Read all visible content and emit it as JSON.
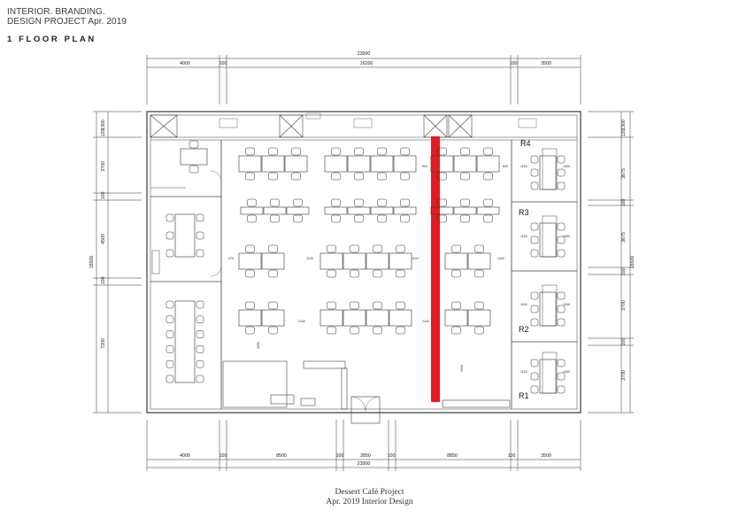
{
  "header": {
    "line1": "INTERIOR. BRANDING.",
    "line2": "DESIGN PROJECT Apr. 2019"
  },
  "plan_title": "1 FLOOR PLAN",
  "dims": {
    "top_total": "23900",
    "top_segments": [
      "4000",
      "100",
      "16200",
      "100",
      "3500"
    ],
    "bottom_total": "23900",
    "bottom_segments": [
      "4000",
      "100",
      "8500",
      "100",
      "2850",
      "100",
      "8850",
      "100",
      "3500"
    ],
    "left_total": "16500",
    "left_segments": [
      "120",
      "1300",
      "3700",
      "100",
      "4500",
      "100",
      "7200"
    ],
    "right_total": "16500",
    "right_segments": [
      "120",
      "1300",
      "3675",
      "100",
      "3675",
      "100",
      "3700",
      "100",
      "3700"
    ],
    "interior": [
      "900",
      "820",
      "970",
      "1100",
      "1100",
      "1400",
      "2100",
      "2100",
      "1150",
      "1150",
      "1150",
      "1150",
      "1550",
      "1550",
      "1550",
      "1550",
      "1050",
      "3930"
    ]
  },
  "rooms": [
    "R4",
    "R3",
    "R2",
    "R1"
  ],
  "colors": {
    "wall": "#555555",
    "line": "#333333",
    "column": "#e31b23",
    "light": "#8a8a8a"
  },
  "footer": {
    "line1": "Dessert Café  Project",
    "line2": "Apr. 2019  Interior  Design"
  }
}
